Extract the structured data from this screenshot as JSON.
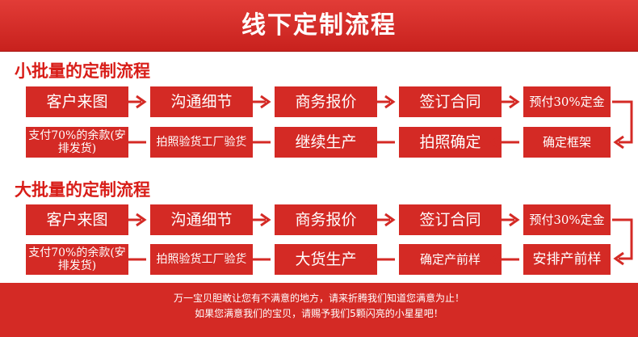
{
  "title": "线下定制流程",
  "small_batch": {
    "title": "小批量的定制流程",
    "row1": [
      "客户来图",
      "沟通细节",
      "商务报价",
      "签订合同",
      "预付30%定金"
    ],
    "row2": [
      "支付70%的余款(安排发货)",
      "拍照验货工厂验货",
      "继续生产",
      "拍照确定",
      "确定框架"
    ]
  },
  "large_batch": {
    "title": "大批量的定制流程",
    "row1": [
      "客户来图",
      "沟通细节",
      "商务报价",
      "签订合同",
      "预付30%定金"
    ],
    "row2": [
      "支付70%的余款(安排发货)",
      "拍照验货工厂验货",
      "大货生产",
      "确定产前样",
      "安排产前样"
    ]
  },
  "footer": {
    "line1": "万一宝贝胆敢让您有不满意的地方，请来折腾我们知道您满意为止！",
    "line2": "如果您满意我们的宝贝，请赐予我们5颗闪亮的小星星吧！"
  },
  "colors": {
    "accent": "#d42a25",
    "title_red": "#d81d18"
  }
}
